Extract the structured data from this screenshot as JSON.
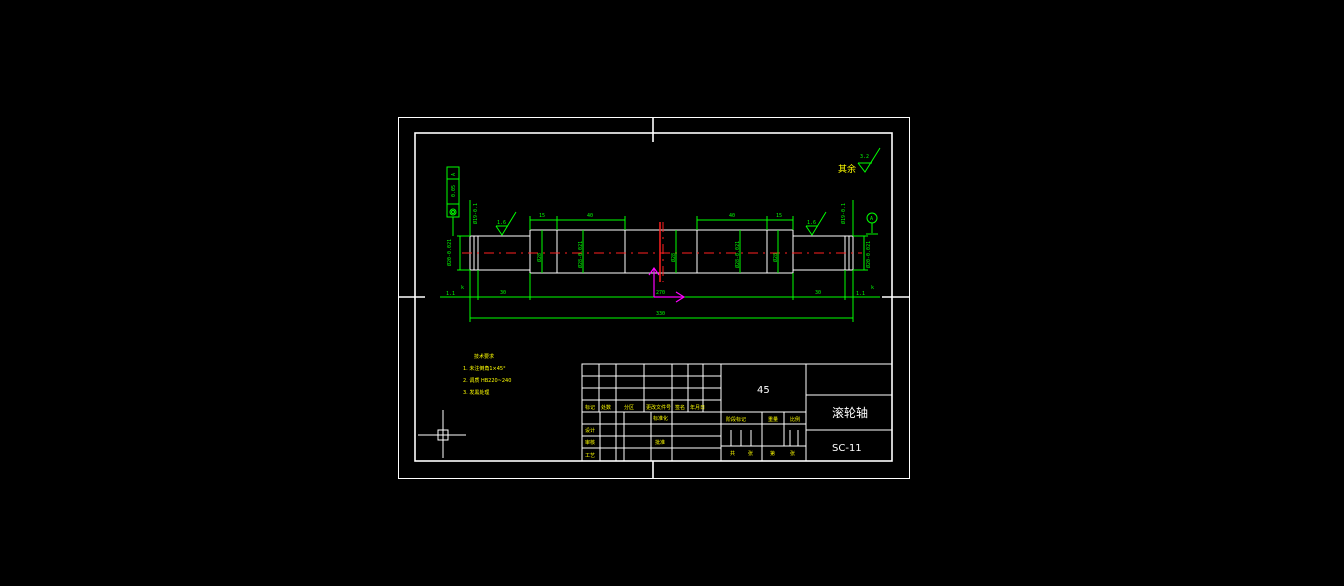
{
  "drawing": {
    "material": "45",
    "part_name": "滚轮轴",
    "drawing_number": "SC-11",
    "roughness_general": "其余",
    "roughness_general_value": "3.2",
    "roughness_left": "1.6",
    "roughness_right": "1.6",
    "runout_tolerance": "0.05",
    "runout_datum": "A",
    "datum_label": "A"
  },
  "notes": {
    "title": "技术要求",
    "lines": [
      "1. 未注倒角1×45°",
      "2. 调质 HB220~240",
      "3. 发黑处理"
    ]
  },
  "dimensions": {
    "len_left_shoulder": "15",
    "len_left_body": "40",
    "len_right_body": "40",
    "len_right_shoulder": "15",
    "len_left_end": "30",
    "len_mid": "270",
    "len_right_end": "30",
    "len_total": "330",
    "dia_left_end": "Ø20-0.021",
    "dia_body_a": "Ø28",
    "dia_body_b": "Ø28-0.021",
    "dia_mid": "Ø28",
    "dia_body_c": "Ø28-0.021",
    "dia_body_d": "Ø28",
    "dia_right_end": "Ø20-0.021",
    "groove_left": "1.1",
    "groove_right": "1.1",
    "groove_left_k": "k",
    "groove_right_k": "k",
    "left_vert_dim": "Ø19-0.1",
    "right_vert_dim": "Ø19-0.1"
  },
  "title_block": {
    "row_labels": [
      "标记",
      "处数",
      "分区",
      "更改文件号",
      "签名",
      "年月日"
    ],
    "side_labels": [
      "设计",
      "审核",
      "工艺"
    ],
    "mid_labels": [
      "标准化",
      "批准"
    ],
    "stage_labels": [
      "阶段标记",
      "重量",
      "比例"
    ],
    "sheet_labels": [
      "共",
      "张",
      "第",
      "张"
    ]
  }
}
